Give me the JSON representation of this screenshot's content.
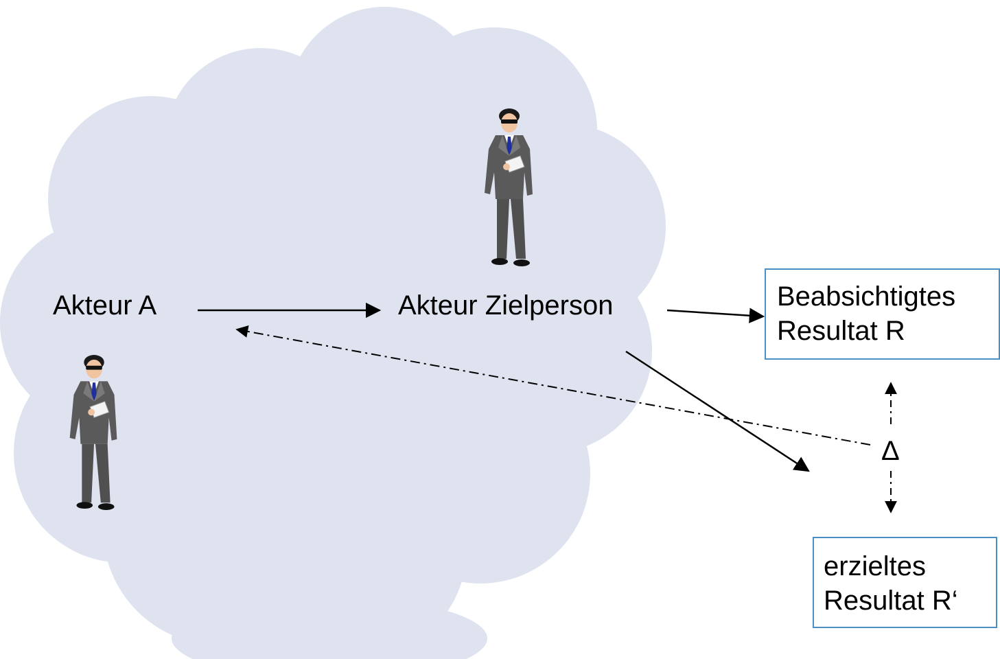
{
  "diagram": {
    "actor_a_label": "Akteur A",
    "target_label": "Akteur Zielperson",
    "intended_result": {
      "line1": "Beabsichtigtes",
      "line2": "Resultat R"
    },
    "achieved_result": {
      "line1": "erzieltes",
      "line2": "Resultat R‘"
    },
    "delta_symbol": "Δ",
    "icons": [
      "businessman-icon",
      "businessman-icon"
    ],
    "colors": {
      "cloud": "#dee3ef",
      "box_border": "#4a8fc4",
      "suit": "#5a5a5a",
      "tie": "#1f2fa0"
    }
  }
}
